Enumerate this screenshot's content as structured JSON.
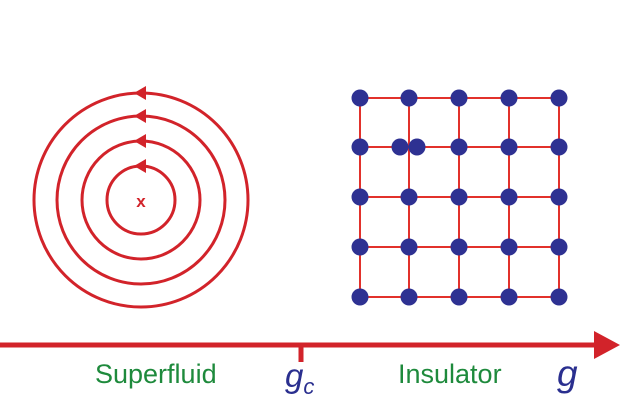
{
  "colors": {
    "vortex": "#d2232a",
    "lattice_line": "#e2312b",
    "particle": "#2e3192",
    "axis": "#d2232a",
    "phase_label": "#1e8a3c",
    "axis_symbol": "#2a2f8f"
  },
  "superfluid": {
    "vortex_center_label": "x",
    "circulation_rings": 4
  },
  "insulator": {
    "lattice_rows": 5,
    "lattice_columns": 5,
    "extra_particles": 1
  },
  "axis": {
    "parameter_symbol": "g",
    "critical_symbol": "g",
    "critical_subscript": "c"
  },
  "phases": {
    "left_label": "Superfluid",
    "right_label": "Insulator"
  }
}
